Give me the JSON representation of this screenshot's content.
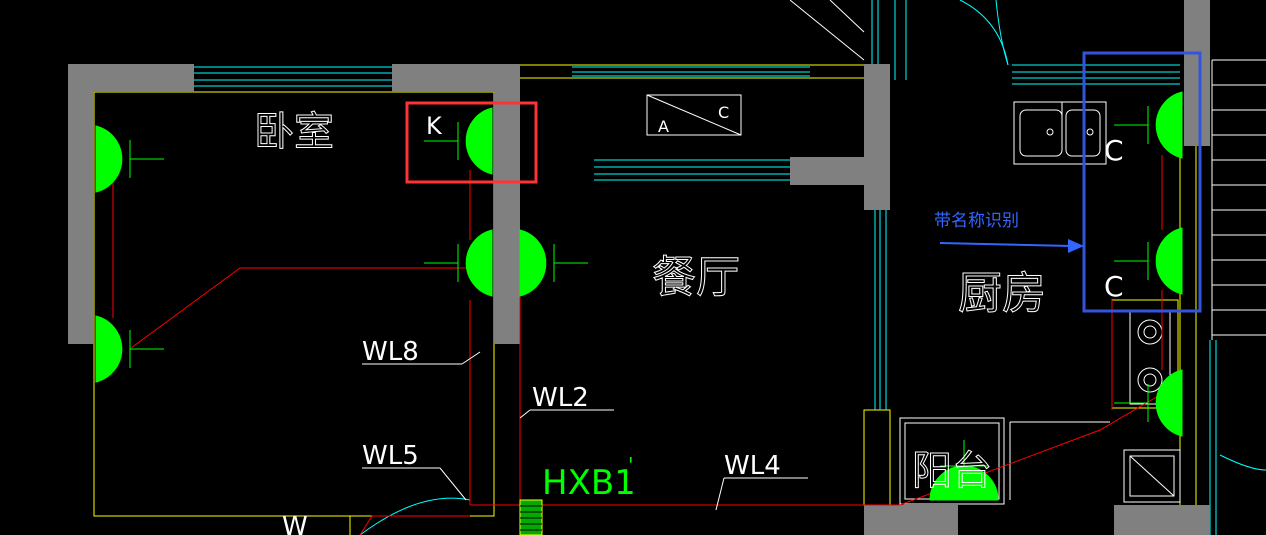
{
  "rooms": {
    "bedroom": "卧室",
    "dining": "餐厅",
    "kitchen": "厨房",
    "balcony": "阳台"
  },
  "socket_tags": {
    "bedroom_k": "K",
    "kitchen_c1": "C",
    "kitchen_c2": "C",
    "window_a": "A",
    "window_c": "C"
  },
  "circuits": {
    "wl8": "WL8",
    "wl2": "WL2",
    "wl5": "WL5",
    "wl4": "WL4",
    "w": "W"
  },
  "panel": {
    "label": "HXB1",
    "mark": "'"
  },
  "annotation": {
    "text": "带名称识别"
  },
  "colors": {
    "background": "#000000",
    "wall": "#808080",
    "socket": "#00ff00",
    "wire": "#ff0000",
    "frame": "#ffff00",
    "window": "#00ffff",
    "text": "#ffffff",
    "panel_text": "#00ff00",
    "highlight_red": "#ff3333",
    "highlight_blue": "#3355dd",
    "annotation": "#3366ff"
  }
}
